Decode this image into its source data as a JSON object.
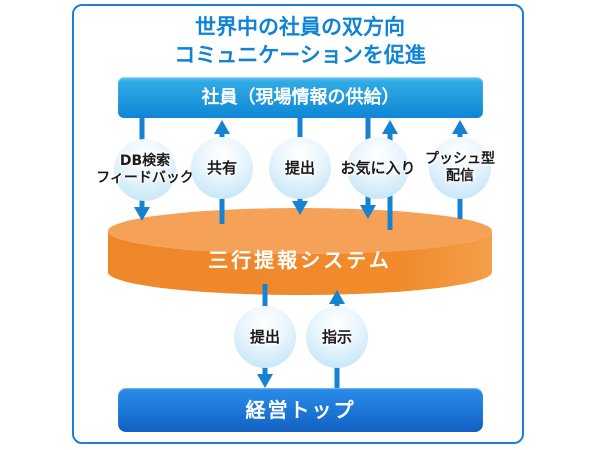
{
  "title": {
    "line1": "世界中の社員の双方向",
    "line2": "コミュニケーションを促進"
  },
  "top_bar": {
    "label": "社員（現場情報の供給）"
  },
  "system": {
    "label": "三行提報システム"
  },
  "bottom_bar": {
    "label": "経営トップ"
  },
  "upper_flows": [
    {
      "label_line1": "DB検索",
      "label_line2": "フィードバック",
      "direction": "down"
    },
    {
      "label": "共有",
      "direction": "up"
    },
    {
      "label": "提出",
      "direction": "down"
    },
    {
      "label": "お気に入り",
      "direction": "both"
    },
    {
      "label_line1": "プッシュ型",
      "label_line2": "配信",
      "direction": "up"
    }
  ],
  "lower_flows": [
    {
      "label": "提出",
      "direction": "down"
    },
    {
      "label": "指示",
      "direction": "up"
    }
  ],
  "colors": {
    "frame_border": "#1b7fd6",
    "title_text": "#0e83d7",
    "top_bar_top": "#3cb6ea",
    "top_bar_bottom": "#0f86d5",
    "bottom_bar_top": "#2486e6",
    "bottom_bar_bottom": "#1160c2",
    "arrow": "#1683d2",
    "cylinder_top_face": "#f5a158",
    "cylinder_body": "#f08a2b",
    "node_fill": "#cfeafa"
  }
}
